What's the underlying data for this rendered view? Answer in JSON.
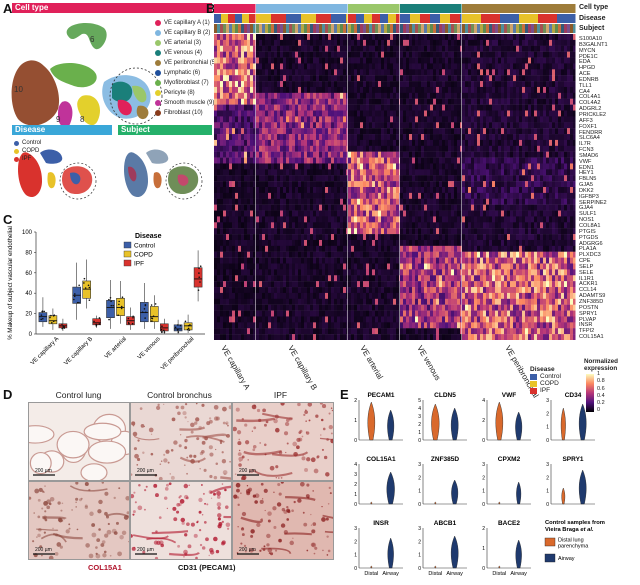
{
  "panels": {
    "A": "A",
    "B": "B",
    "C": "C",
    "D": "D",
    "E": "E"
  },
  "panel_a": {
    "header": "Cell type",
    "disease_header": "Disease",
    "subject_header": "Subject",
    "cell_types": [
      {
        "label": "VE capillary A (1)",
        "color": "#e0215a"
      },
      {
        "label": "VE capillary B (2)",
        "color": "#7fb6e0"
      },
      {
        "label": "VE arterial (3)",
        "color": "#9ac76a"
      },
      {
        "label": "VE venous (4)",
        "color": "#1a7f7a"
      },
      {
        "label": "VE peribronchial (5)",
        "color": "#9e7c3a"
      },
      {
        "label": "Lymphatic (6)",
        "color": "#1f4f9c"
      },
      {
        "label": "Myofibroblast (7)",
        "color": "#6ab04c"
      },
      {
        "label": "Pericyte (8)",
        "color": "#e3d02c"
      },
      {
        "label": "Smooth muscle (9)",
        "color": "#c0339a"
      },
      {
        "label": "Fibroblast (10)",
        "color": "#8a3c1c"
      }
    ],
    "cluster_numbers": [
      "6",
      "10",
      "9",
      "8"
    ],
    "disease_legend": [
      {
        "label": "Control",
        "color": "#3c5fa8"
      },
      {
        "label": "COPD",
        "color": "#e8c229"
      },
      {
        "label": "IPF",
        "color": "#d9322d"
      }
    ]
  },
  "panel_b": {
    "row_labels": [
      "Cell type",
      "Disease",
      "Subject"
    ],
    "genes": [
      "S100A10",
      "B3GALNT1",
      "MYCN",
      "PDE1C",
      "EDA",
      "HPGD",
      "ACE",
      "EDNRB",
      "TLL1",
      "CA4",
      "COL4A1",
      "COL4A2",
      "ADGRL2",
      "PRICKLE2",
      "AFF3",
      "FOXF1",
      "FENDRR",
      "SLC6A4",
      "IL7R",
      "FCN3",
      "SMAD6",
      "VWF",
      "EDN1",
      "HEY1",
      "FBLN5",
      "GJA5",
      "DKK2",
      "IGFBP3",
      "SERPINE2",
      "GJA4",
      "SULF1",
      "NOS1",
      "COL8A1",
      "PTGIS",
      "PTGDS",
      "ADGRG6",
      "PLA1A",
      "PLXDC3",
      "CPE",
      "SELP",
      "SELE",
      "IL1R1",
      "ACKR1",
      "CCL14",
      "ADAMTS9",
      "ZNF385D",
      "POSTN",
      "SPRY1",
      "PLVAP",
      "INSR",
      "TFPI2",
      "COL15A1"
    ],
    "groups": [
      "VE capillary A",
      "VE capillary B",
      "VE arterial",
      "VE venous",
      "VE peribronchial"
    ],
    "group_colors": [
      "#e0215a",
      "#7fb6e0",
      "#9ac76a",
      "#1a7f7a",
      "#9e7c3a"
    ],
    "legend_disease_title": "Disease",
    "legend_disease": [
      "Control",
      "COPD",
      "IPF"
    ],
    "colorbar_title_1": "Normalized",
    "colorbar_title_2": "expression",
    "colorbar_ticks": [
      "1",
      "0.8",
      "0.6",
      "0.4",
      "0.2",
      "0"
    ]
  },
  "chart_data": [
    {
      "type": "box",
      "ylabel": "% Makeup of subject vascular endothelial",
      "ylim": [
        0,
        100
      ],
      "yticks": [
        "0",
        "20",
        "40",
        "60",
        "80",
        "100"
      ],
      "legend_title": "Disease",
      "categories": [
        "VE capillary A",
        "VE capillary B",
        "VE arterial",
        "VE venous",
        "VE peribronchial"
      ],
      "series": [
        {
          "name": "Control",
          "color": "#3c5fa8",
          "boxes": [
            [
              7,
              12,
              17,
              21,
              36
            ],
            [
              14,
              30,
              38,
              46,
              70
            ],
            [
              5,
              16,
              26,
              33,
              53
            ],
            [
              5,
              12,
              21,
              31,
              50
            ],
            [
              0,
              3,
              5,
              9,
              14
            ]
          ]
        },
        {
          "name": "COPD",
          "color": "#e8c229",
          "boxes": [
            [
              4,
              10,
              13,
              18,
              25
            ],
            [
              25,
              35,
              44,
              52,
              73
            ],
            [
              10,
              18,
              26,
              35,
              52
            ],
            [
              5,
              12,
              17,
              27,
              38
            ],
            [
              1,
              4,
              8,
              11,
              19
            ]
          ]
        },
        {
          "name": "IPF",
          "color": "#d9322d",
          "boxes": [
            [
              3,
              6,
              8,
              10,
              15
            ],
            [
              6,
              9,
              11,
              15,
              18
            ],
            [
              4,
              9,
              13,
              17,
              26
            ],
            [
              0,
              3,
              6,
              10,
              15
            ],
            [
              32,
              46,
              54,
              65,
              82
            ]
          ]
        }
      ]
    },
    {
      "type": "violin",
      "categories": [
        "Distal",
        "Airway"
      ],
      "genes": [
        "PECAM1",
        "CLDN5",
        "VWF",
        "CD34",
        "COL15A1",
        "ZNF385D",
        "CPXM2",
        "SPRY1",
        "INSR",
        "ABCB1",
        "BACE2"
      ],
      "yticks": [
        [
          "0",
          "1",
          "2"
        ],
        [
          "0",
          "1",
          "2",
          "3",
          "4",
          "5"
        ],
        [
          "0",
          "2",
          "4"
        ],
        [
          "0",
          "1",
          "2",
          "3"
        ],
        [
          "0",
          "1",
          "2",
          "3",
          "4"
        ],
        [
          "0",
          "1",
          "2",
          "3"
        ],
        [
          "0",
          "1",
          "2",
          "3"
        ],
        [
          "0",
          "1",
          "2",
          "3"
        ],
        [
          "0",
          "1",
          "2",
          "3"
        ],
        [
          "0",
          "1",
          "2",
          "3"
        ],
        [
          "0",
          "1",
          "2"
        ]
      ],
      "legend_title_1": "Control samples from",
      "legend_title_2": "Vieira Braga",
      "legend_title_3": "et al.",
      "legend": [
        {
          "name": "Distal lung parenchyma",
          "color": "#d9692c"
        },
        {
          "name": "Airway",
          "color": "#1f3a6e"
        }
      ]
    }
  ],
  "panel_d": {
    "columns": [
      "Control lung",
      "Control bronchus",
      "IPF"
    ],
    "scale": "200 µm",
    "footer_left": "COL15A1",
    "footer_right": "CD31 (PECAM1)"
  }
}
